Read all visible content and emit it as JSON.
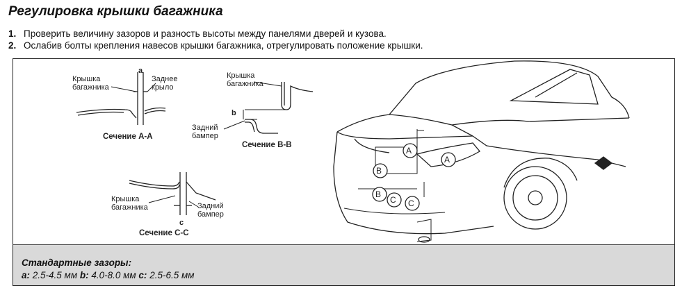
{
  "title": "Регулировка крышки багажника",
  "steps": [
    {
      "num": "1.",
      "text": "Проверить величину зазоров и разность высоты между панелями дверей и кузова."
    },
    {
      "num": "2.",
      "text": "Ослабив болты крепления навесов крышки багажника, отрегулировать положение крышки."
    }
  ],
  "section_aa": {
    "label_trunk": "Крышка багажника",
    "label_fender": "Заднее крыло",
    "dim": "a",
    "caption": "Сечение А-А"
  },
  "section_bb": {
    "label_trunk": "Крышка багажника",
    "label_bumper": "Задний бампер",
    "dim": "b",
    "caption": "Сечение В-В"
  },
  "section_cc": {
    "label_trunk": "Крышка багажника",
    "label_bumper": "Задний бампер",
    "dim": "c",
    "caption": "Сечение С-С"
  },
  "callouts": [
    "A",
    "A",
    "B",
    "B",
    "C",
    "C"
  ],
  "gaps": {
    "title": "Стандартные зазоры:",
    "a_key": "a:",
    "a_val": "2.5-4.5 мм",
    "b_key": "b:",
    "b_val": "4.0-8.0 мм",
    "c_key": "c:",
    "c_val": "2.5-6.5 мм"
  }
}
